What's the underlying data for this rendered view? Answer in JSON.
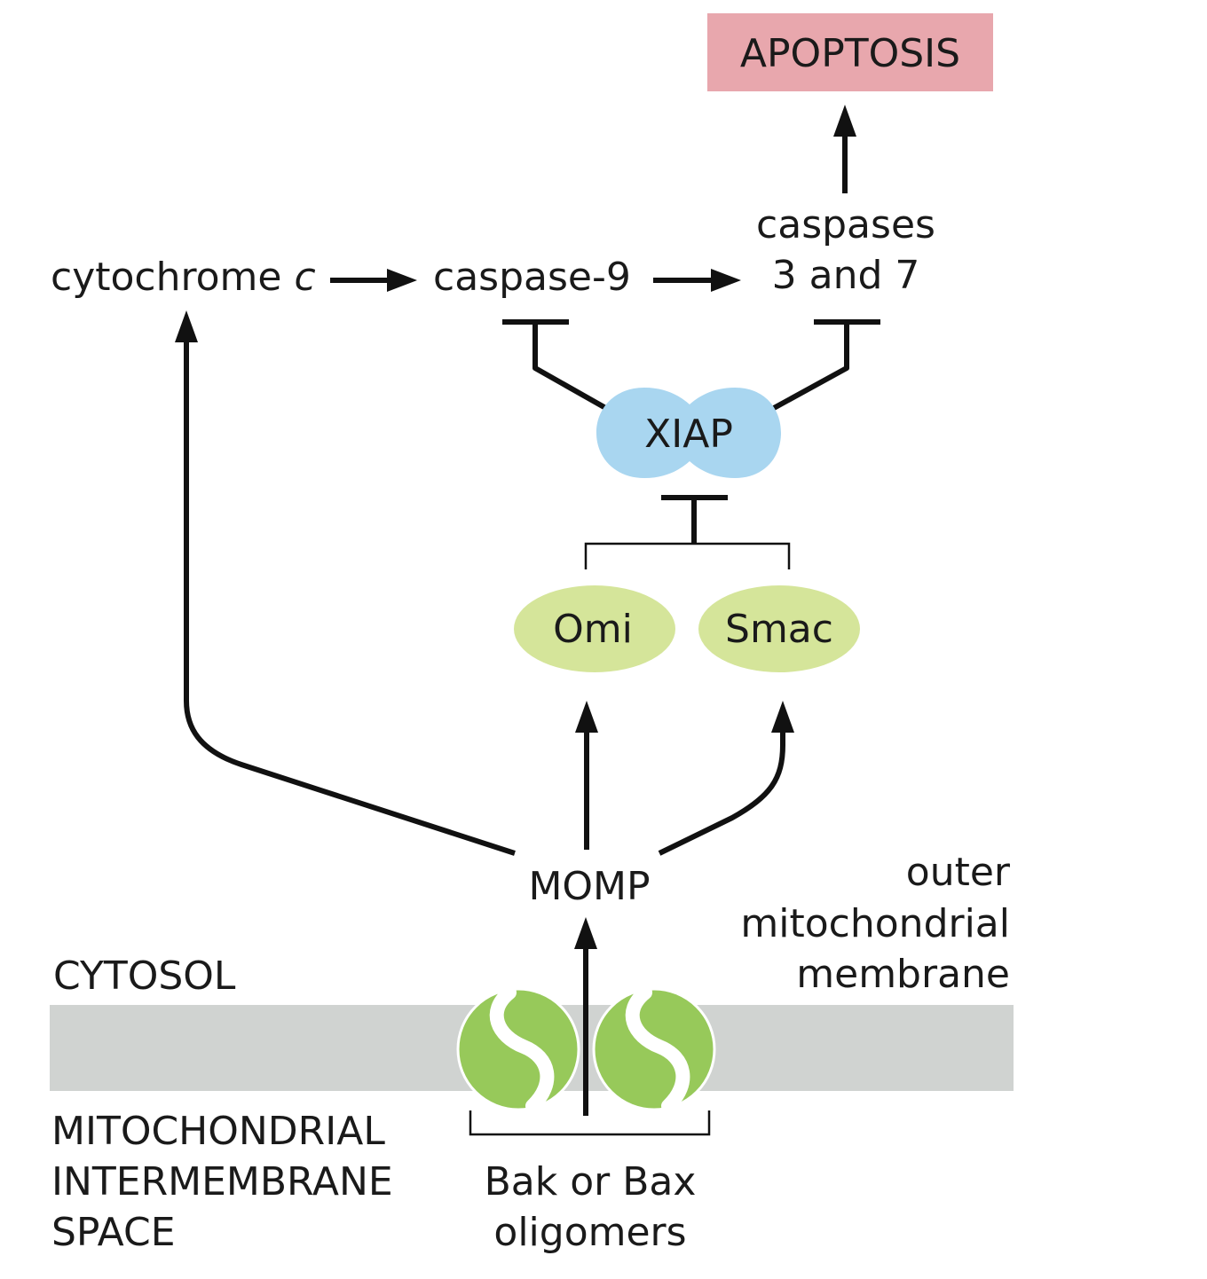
{
  "labels": {
    "apoptosis": "APOPTOSIS",
    "caspases_line1": "caspases",
    "caspases_line2": "3 and 7",
    "cytochrome": "cytochrome ",
    "cytochrome_italic": "c",
    "caspase9": "caspase-9",
    "xiap": "XIAP",
    "omi": "Omi",
    "smac": "Smac",
    "momp": "MOMP",
    "outer_line1": "outer",
    "outer_line2": "mitochondrial",
    "outer_line3": "membrane",
    "cytosol": "CYTOSOL",
    "ims_line1": "MITOCHONDRIAL",
    "ims_line2": "INTERMEMBRANE",
    "ims_line3": "SPACE",
    "bak_line1": "Bak or Bax",
    "bak_line2": "oligomers"
  },
  "colors": {
    "apoptosis_box": "#e8a7ad",
    "xiap": "#a9d6f0",
    "omi_smac": "#d5e59a",
    "membrane": "#d0d3d1",
    "bak_bax": "#97c95a",
    "line": "#111111"
  }
}
